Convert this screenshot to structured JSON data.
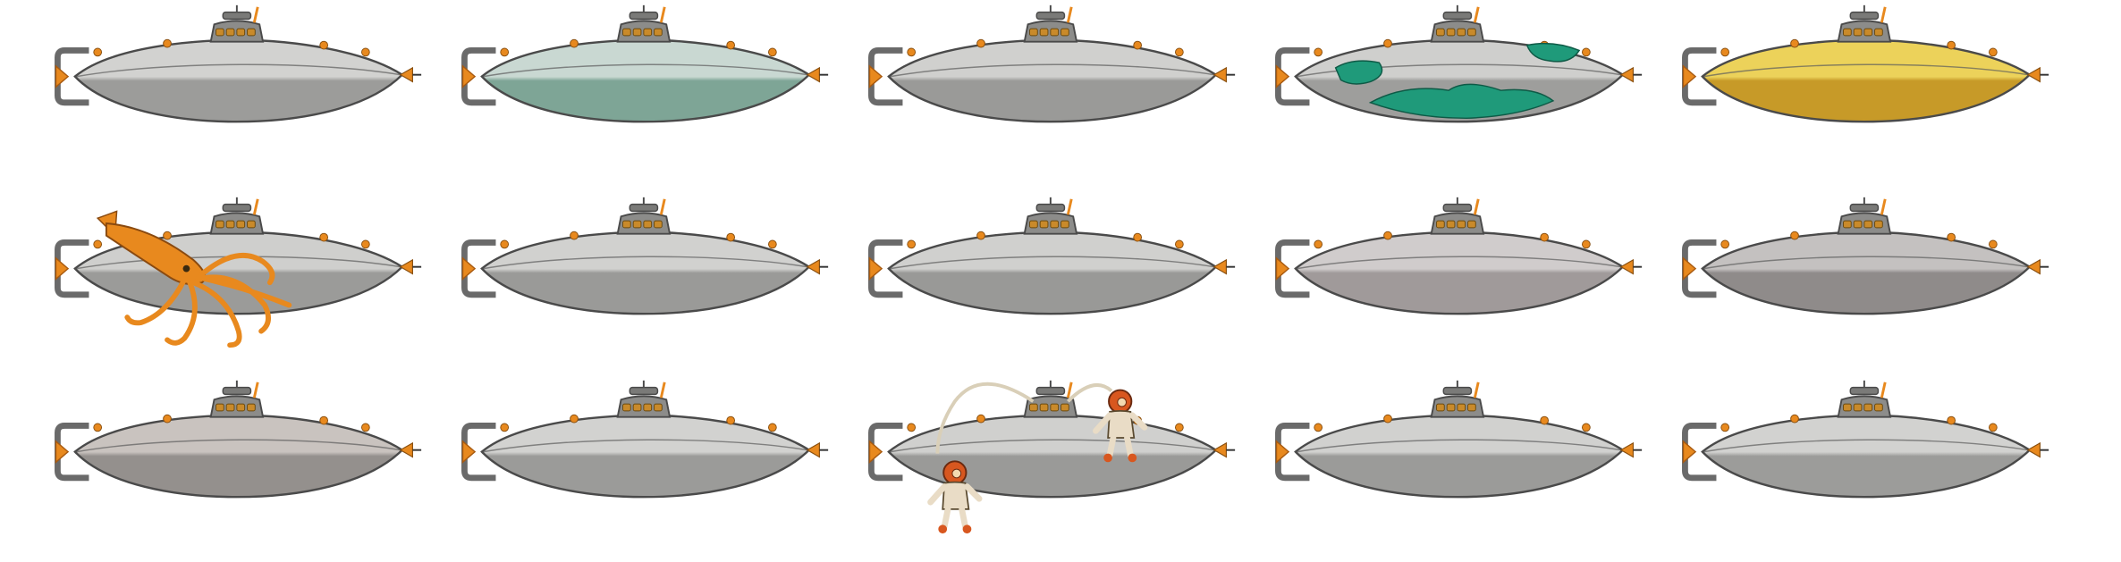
{
  "sheet": {
    "rows": 3,
    "columns": 5,
    "colors": {
      "outline": "#4a4a4a",
      "accent_orange": "#e8891e",
      "window_gold": "#c98a2a"
    },
    "sprites": [
      {
        "row": 0,
        "col": 0,
        "variant": "silver",
        "hull_top": "#d2d2d0",
        "hull_bottom": "#9c9c9a",
        "overlay": "none"
      },
      {
        "row": 0,
        "col": 1,
        "variant": "green-tinted",
        "hull_top": "#c9d8d2",
        "hull_bottom": "#7ea596",
        "overlay": "none"
      },
      {
        "row": 0,
        "col": 2,
        "variant": "silver",
        "hull_top": "#d0d0ce",
        "hull_bottom": "#9a9a98",
        "overlay": "none"
      },
      {
        "row": 0,
        "col": 3,
        "variant": "silver-with-green-patches",
        "hull_top": "#cfcfcd",
        "hull_bottom": "#9e9e9c",
        "overlay": "green-patches"
      },
      {
        "row": 0,
        "col": 4,
        "variant": "gold",
        "hull_top": "#ecd25a",
        "hull_bottom": "#c79a28",
        "overlay": "none"
      },
      {
        "row": 1,
        "col": 0,
        "variant": "silver-with-squid",
        "hull_top": "#cfcfcd",
        "hull_bottom": "#9b9b99",
        "overlay": "squid"
      },
      {
        "row": 1,
        "col": 1,
        "variant": "silver",
        "hull_top": "#d1d1cf",
        "hull_bottom": "#9a9a98",
        "overlay": "none"
      },
      {
        "row": 1,
        "col": 2,
        "variant": "silver",
        "hull_top": "#d0d0ce",
        "hull_bottom": "#999997",
        "overlay": "none"
      },
      {
        "row": 1,
        "col": 3,
        "variant": "pinkish-grey",
        "hull_top": "#d0cccc",
        "hull_bottom": "#a09a9a",
        "overlay": "none"
      },
      {
        "row": 1,
        "col": 4,
        "variant": "dark-grey",
        "hull_top": "#c4c1c0",
        "hull_bottom": "#8f8b8a",
        "overlay": "none"
      },
      {
        "row": 2,
        "col": 0,
        "variant": "brownish-grey",
        "hull_top": "#c9c3bf",
        "hull_bottom": "#94908d",
        "overlay": "none"
      },
      {
        "row": 2,
        "col": 1,
        "variant": "silver",
        "hull_top": "#d2d2d0",
        "hull_bottom": "#9b9b99",
        "overlay": "none"
      },
      {
        "row": 2,
        "col": 2,
        "variant": "silver-with-divers",
        "hull_top": "#d0d0ce",
        "hull_bottom": "#9a9a98",
        "overlay": "divers"
      },
      {
        "row": 2,
        "col": 3,
        "variant": "silver",
        "hull_top": "#d1d1cf",
        "hull_bottom": "#9b9b99",
        "overlay": "none"
      },
      {
        "row": 2,
        "col": 4,
        "variant": "silver",
        "hull_top": "#d2d2d0",
        "hull_bottom": "#9c9c9a",
        "overlay": "none"
      }
    ]
  }
}
